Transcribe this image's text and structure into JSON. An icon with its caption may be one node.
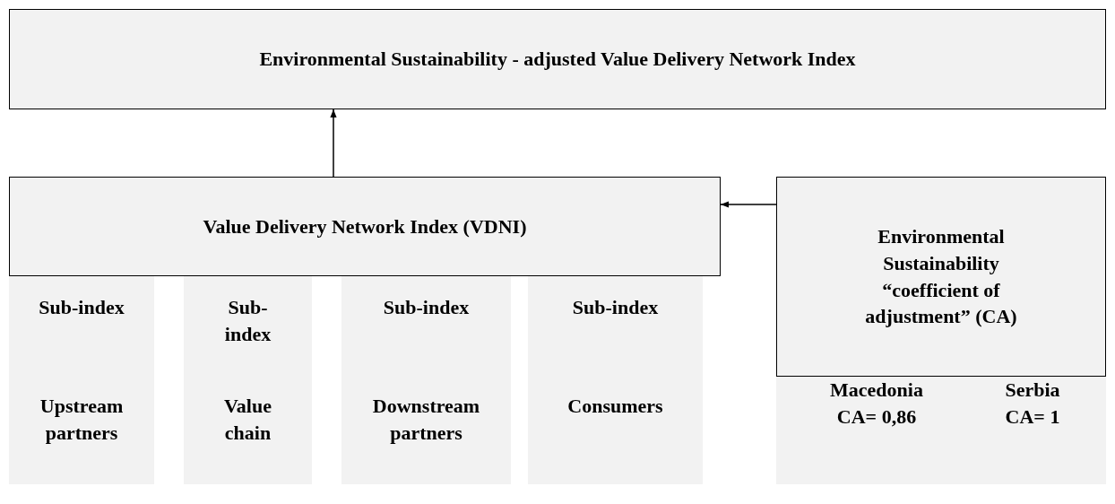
{
  "diagram": {
    "nodes": [
      {
        "text": [
          "Environmental Sustainability - adjusted Value Delivery Network Index"
        ]
      },
      {
        "text": [
          "Value Delivery Network Index (VDNI)"
        ]
      },
      {
        "text": [
          "Sub-index",
          "Upstream partners"
        ]
      },
      {
        "text": [
          "Sub-index",
          "Value chain"
        ]
      },
      {
        "text": [
          "Sub-index",
          "Downstream partners"
        ]
      },
      {
        "text": [
          "Sub-index",
          "Consumers"
        ]
      },
      {
        "text": [
          "Environmental Sustainability “coefficient of adjustment” (CA)"
        ]
      },
      {
        "text": [
          "Macedonia CA= 0,86",
          "Serbia CA= 1"
        ]
      }
    ],
    "edges": [
      {
        "from": 1,
        "to": 0,
        "arrow": "to"
      },
      {
        "from": 6,
        "to": 1,
        "arrow": "to"
      }
    ]
  }
}
